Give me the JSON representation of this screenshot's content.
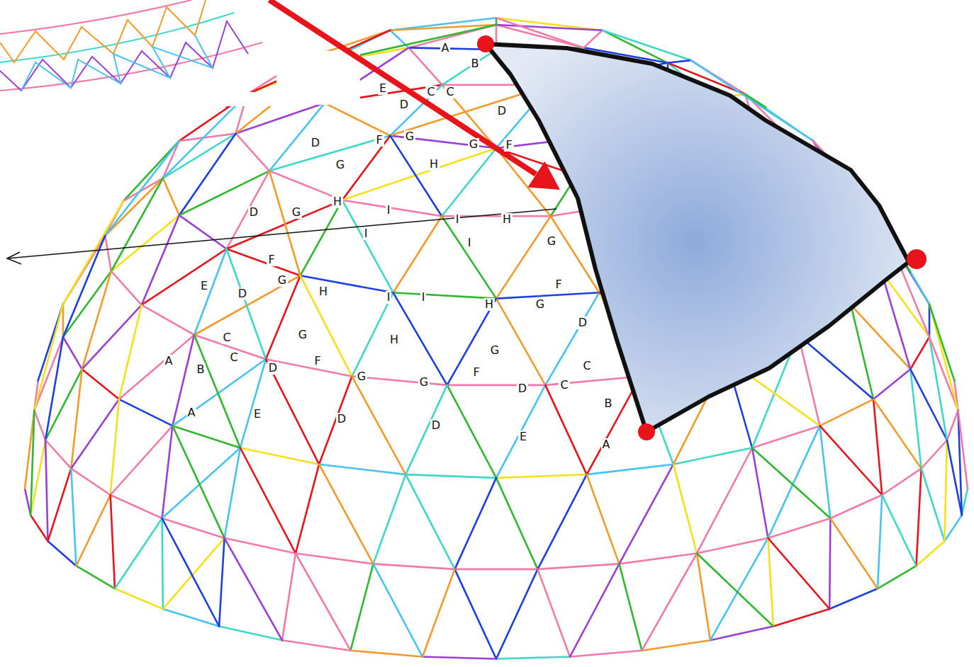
{
  "diagram": {
    "labels": [
      "A",
      "B",
      "E",
      "C",
      "C",
      "D",
      "D",
      "F",
      "G",
      "D",
      "G",
      "F",
      "G",
      "H",
      "H",
      "I",
      "D",
      "G",
      "I",
      "H",
      "I",
      "I",
      "G",
      "F",
      "G",
      "F",
      "E",
      "H",
      "D",
      "I",
      "I",
      "H",
      "G",
      "D",
      "G",
      "C",
      "H",
      "G",
      "C",
      "A",
      "F",
      "C",
      "B",
      "D",
      "F",
      "G",
      "G",
      "C",
      "D",
      "B",
      "A",
      "E",
      "D",
      "D",
      "E",
      "A"
    ]
  }
}
